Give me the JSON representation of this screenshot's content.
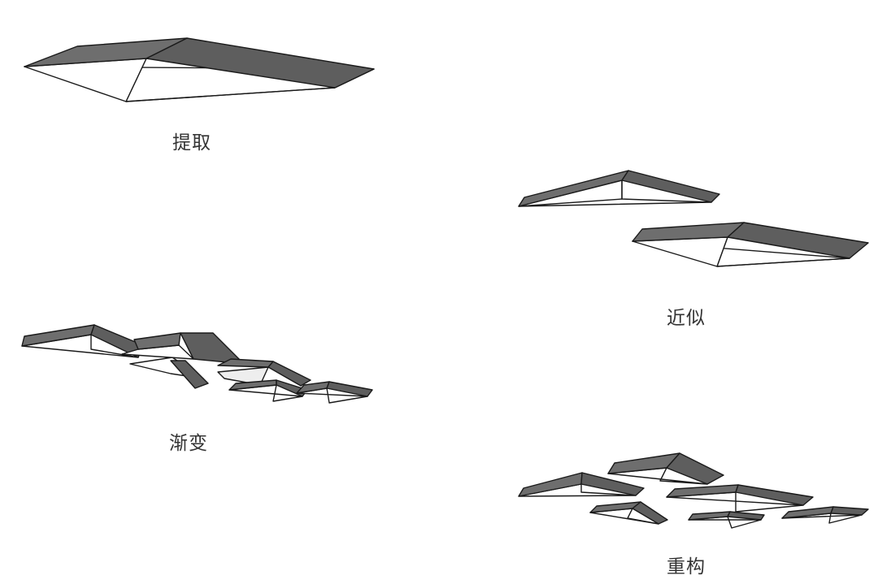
{
  "labels": {
    "extract": "提取",
    "approximate": "近似",
    "gradient": "渐变",
    "reconstruct": "重构"
  },
  "colors": {
    "roof_face": "#6e6e6e",
    "underside": "#ffffff",
    "outline": "#1a1a1a",
    "label_text": "#333333"
  }
}
